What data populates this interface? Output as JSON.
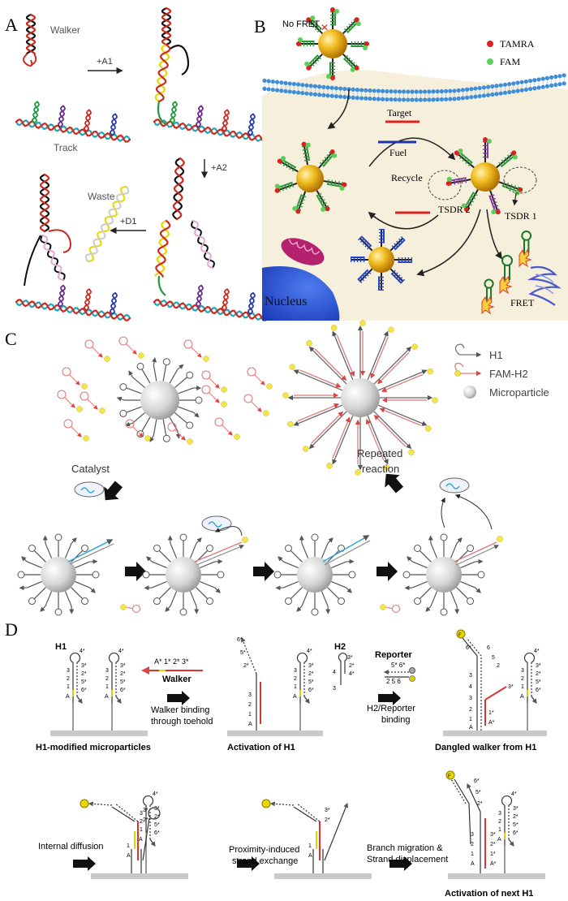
{
  "panels": {
    "a": {
      "letter": "A",
      "walker": "Walker",
      "track": "Track",
      "waste": "Waste",
      "step_a1": "+A1",
      "step_a2": "+A2",
      "step_d1": "+D1"
    },
    "b": {
      "letter": "B",
      "no_fret": "No FRET",
      "tamra": "TAMRA",
      "fam": "FAM",
      "target": "Target",
      "fuel": "Fuel",
      "recycle": "Recycle",
      "tsdr2": "TSDR 2",
      "tsdr1": "TSDR 1",
      "nucleus": "Nucleus",
      "fret": "FRET"
    },
    "c": {
      "letter": "C",
      "legend_h1": "H1",
      "legend_fam_h2": "FAM-H2",
      "legend_microparticle": "Microparticle",
      "catalyst": "Catalyst",
      "repeated_1": "Repeated",
      "repeated_2": "reaction"
    },
    "d": {
      "letter": "D",
      "h1": "H1",
      "h2": "H2",
      "walker": "Walker",
      "reporter": "Reporter",
      "step1_1": "Walker binding",
      "step1_2": "through toehold",
      "step2_1": "H2/Reporter",
      "step2_2": "binding",
      "cap1": "H1-modified microparticles",
      "cap2": "Activation of H1",
      "cap3": "Dangled walker from H1",
      "internal": "Internal diffusion",
      "prox_1": "Proximity-induced",
      "prox_2": "strand exchange",
      "branch_1": "Branch migration &",
      "branch_2": "Strand displacement",
      "cap4": "Activation of next H1",
      "walker_domains": "A*  1*  2*  3*",
      "reporter_domains": "5*  6*",
      "reporter_lower": "2   5   6",
      "fam_symbol": "F",
      "label_3": "3",
      "label_2": "2",
      "label_1": "1",
      "label_a": "A",
      "label_4s": "4*",
      "label_3s": "3*",
      "label_2s": "2*",
      "label_5s": "5*",
      "label_6s": "6*",
      "label_1s": "1*",
      "label_as": "A*",
      "label_4": "4",
      "label_5": "5",
      "label_6": "6"
    }
  },
  "colors": {
    "dna_red": "#cc2a1e",
    "dna_black": "#111111",
    "dna_yellow": "#e8d800",
    "dna_green": "#1f9a3c",
    "dna_purple": "#6b2a8c",
    "dna_blue": "#2a3aa8",
    "dna_cyan": "#22a6b5",
    "gold": "#e0a800",
    "membrane": "#3f8fd8",
    "cell_bg": "#f6efdc",
    "nucleus": "#2b56d6",
    "probe_green": "#2a9a3a",
    "tamra": "#dd1f1f",
    "fam": "#5ad05a",
    "h2_pink": "#e07a7a",
    "catalyst_cyan": "#2fa4d8",
    "grey_particle": "#d0d0d0",
    "substrate": "#c9c9c9"
  }
}
